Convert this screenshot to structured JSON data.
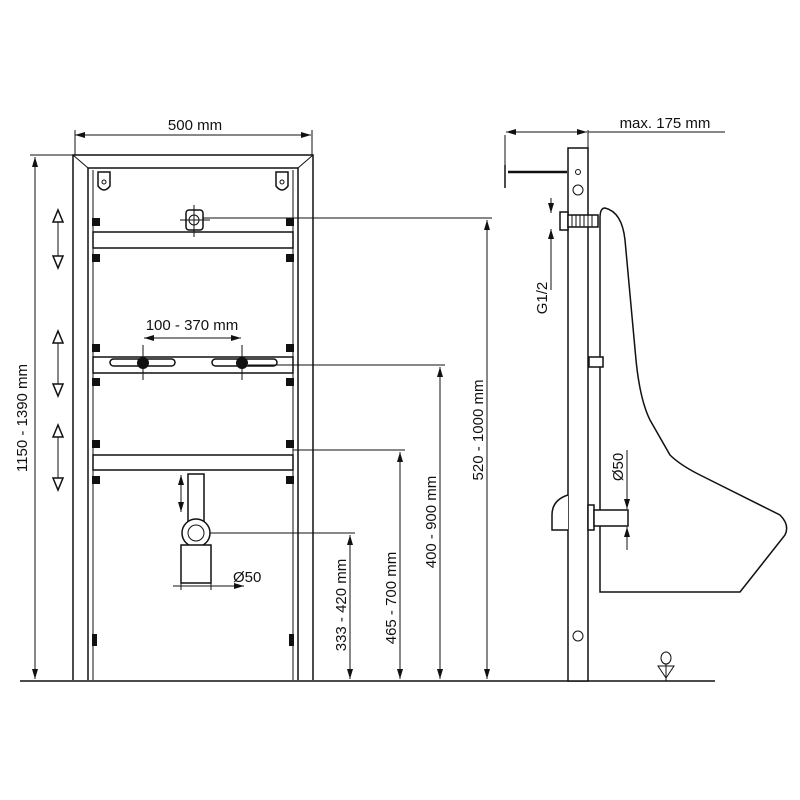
{
  "front_view": {
    "width_label": "500 mm",
    "height_label": "1150 - 1390 mm",
    "bracket_spacing_label": "100 - 370 mm",
    "drain_diameter_label": "Ø50",
    "dim_drain_height": "333 - 420 mm",
    "dim_bracket_low": "465 - 700 mm",
    "dim_bracket_mid": "400 - 900 mm",
    "dim_water_inlet": "520 - 1000 mm"
  },
  "side_view": {
    "depth_label": "max. 175 mm",
    "inlet_thread_label": "G1/2",
    "drain_diameter_label": "Ø50"
  }
}
